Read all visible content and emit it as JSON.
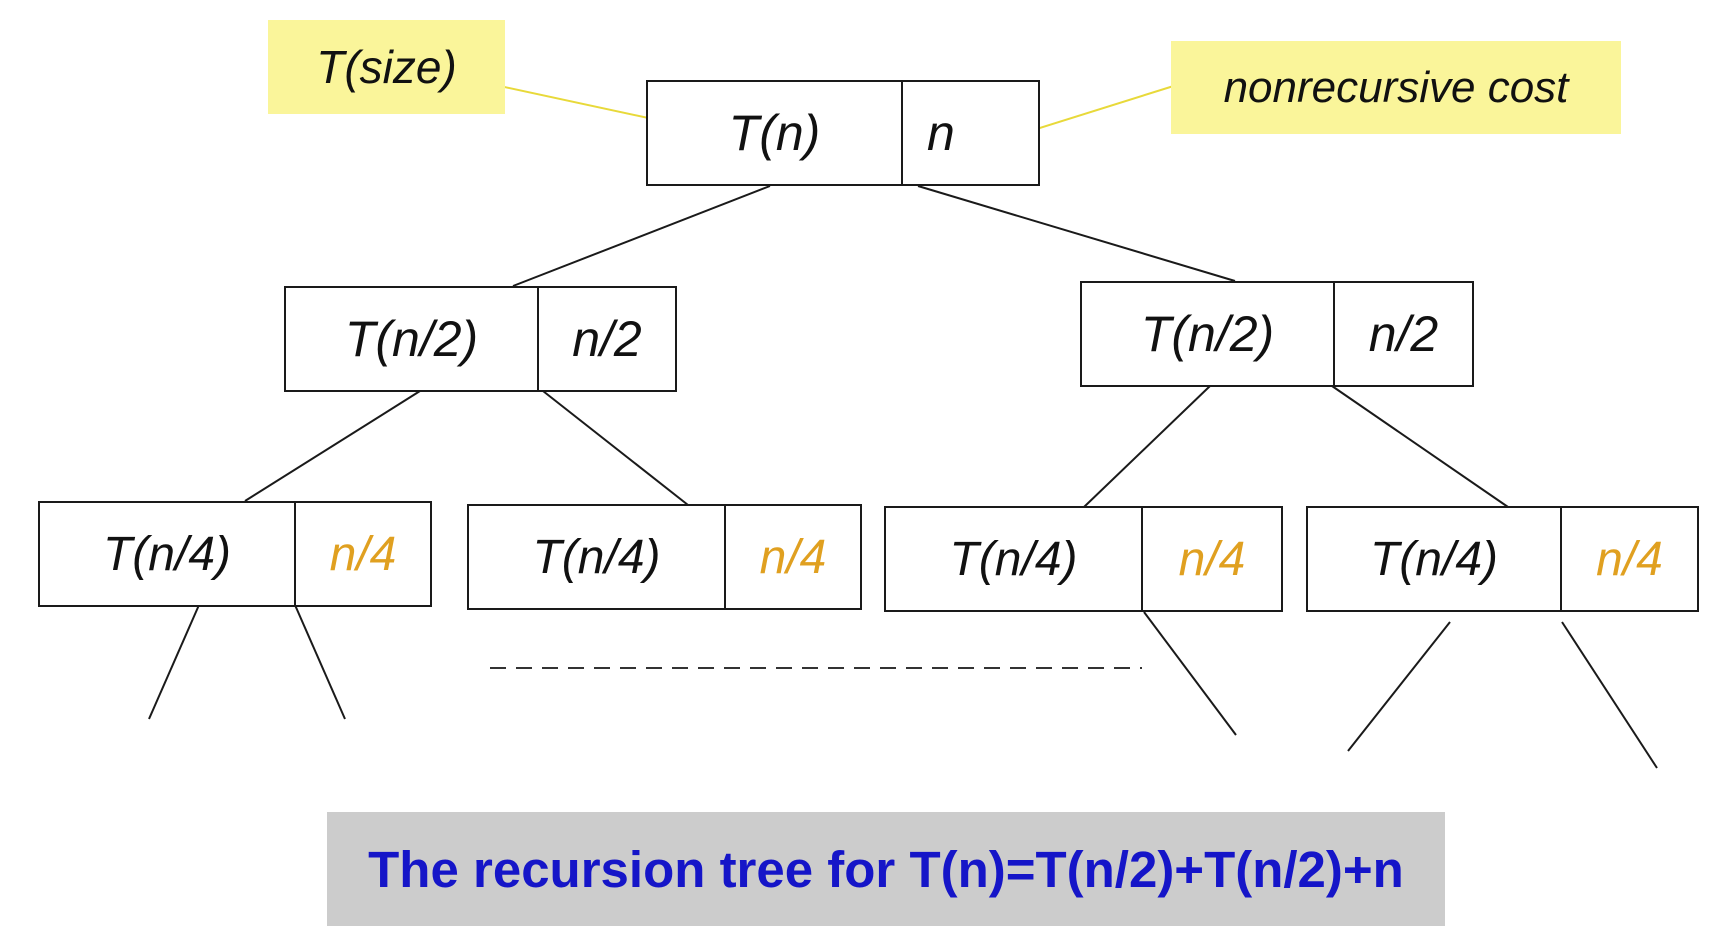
{
  "diagram": {
    "annotations": {
      "size_label": "T(size)",
      "cost_label": "nonrecursive cost"
    },
    "nodes": {
      "root": {
        "size": "T(n)",
        "cost": "n"
      },
      "left": {
        "size": "T(n/2)",
        "cost": "n/2"
      },
      "right": {
        "size": "T(n/2)",
        "cost": "n/2"
      },
      "left_left": {
        "size": "T(n/4)",
        "cost": "n/4"
      },
      "left_right": {
        "size": "T(n/4)",
        "cost": "n/4"
      },
      "right_left": {
        "size": "T(n/4)",
        "cost": "n/4"
      },
      "right_right": {
        "size": "T(n/4)",
        "cost": "n/4"
      }
    },
    "caption": "The recursion tree for T(n)=T(n/2)+T(n/2)+n",
    "colors": {
      "annotation_background": "#faf59a",
      "annotation_arrow": "#e8d93a",
      "leaf_cost_text": "#e0a020",
      "caption_text": "#1515c8",
      "caption_background": "#cccccc"
    }
  }
}
